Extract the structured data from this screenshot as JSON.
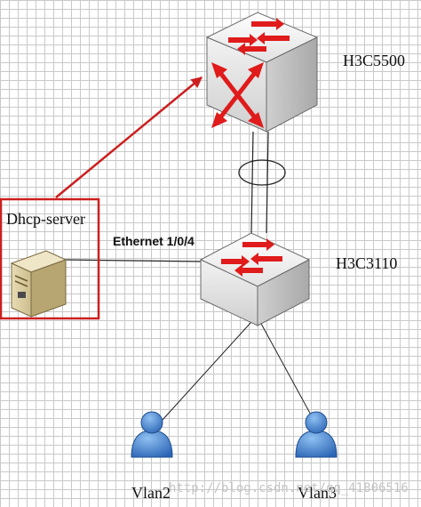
{
  "devices": {
    "core_switch": {
      "label": "H3C5500"
    },
    "access_switch": {
      "label": "H3C3110"
    },
    "dhcp_server": {
      "label": "Dhcp-server"
    }
  },
  "interface_label": "Ethernet 1/0/4",
  "hosts": [
    {
      "label": "Vlan2"
    },
    {
      "label": "Vlan3"
    }
  ],
  "watermark": "http://blog.csdn.net/qq_41806516",
  "colors": {
    "highlight": "#cc1f1f",
    "arrow": "#e01b1b",
    "user_icon": "#3f7fcf"
  },
  "icons": [
    "switch-icon",
    "server-icon",
    "user-icon"
  ]
}
